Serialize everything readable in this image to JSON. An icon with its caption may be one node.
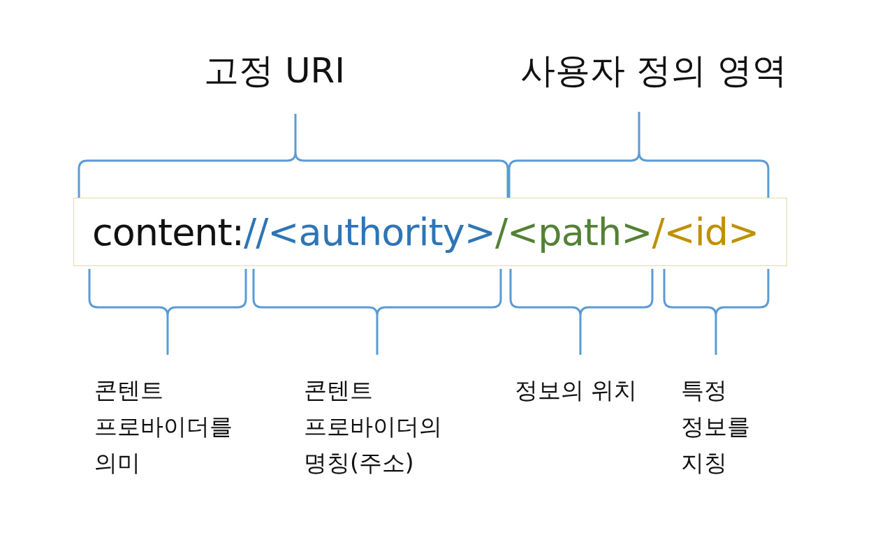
{
  "diagram": {
    "nodes": [
      {
        "text": [
          "content:",
          "//<authority>",
          "/<path>",
          "/<id>"
        ]
      }
    ],
    "labels": [
      "고정 URI",
      "사용자 정의 영역",
      "콘텐트 프로바이더를 의미",
      "콘텐트 프로바이더의 명칭(주소)",
      "정보의 위치",
      "특정 정보를 지칭"
    ]
  }
}
